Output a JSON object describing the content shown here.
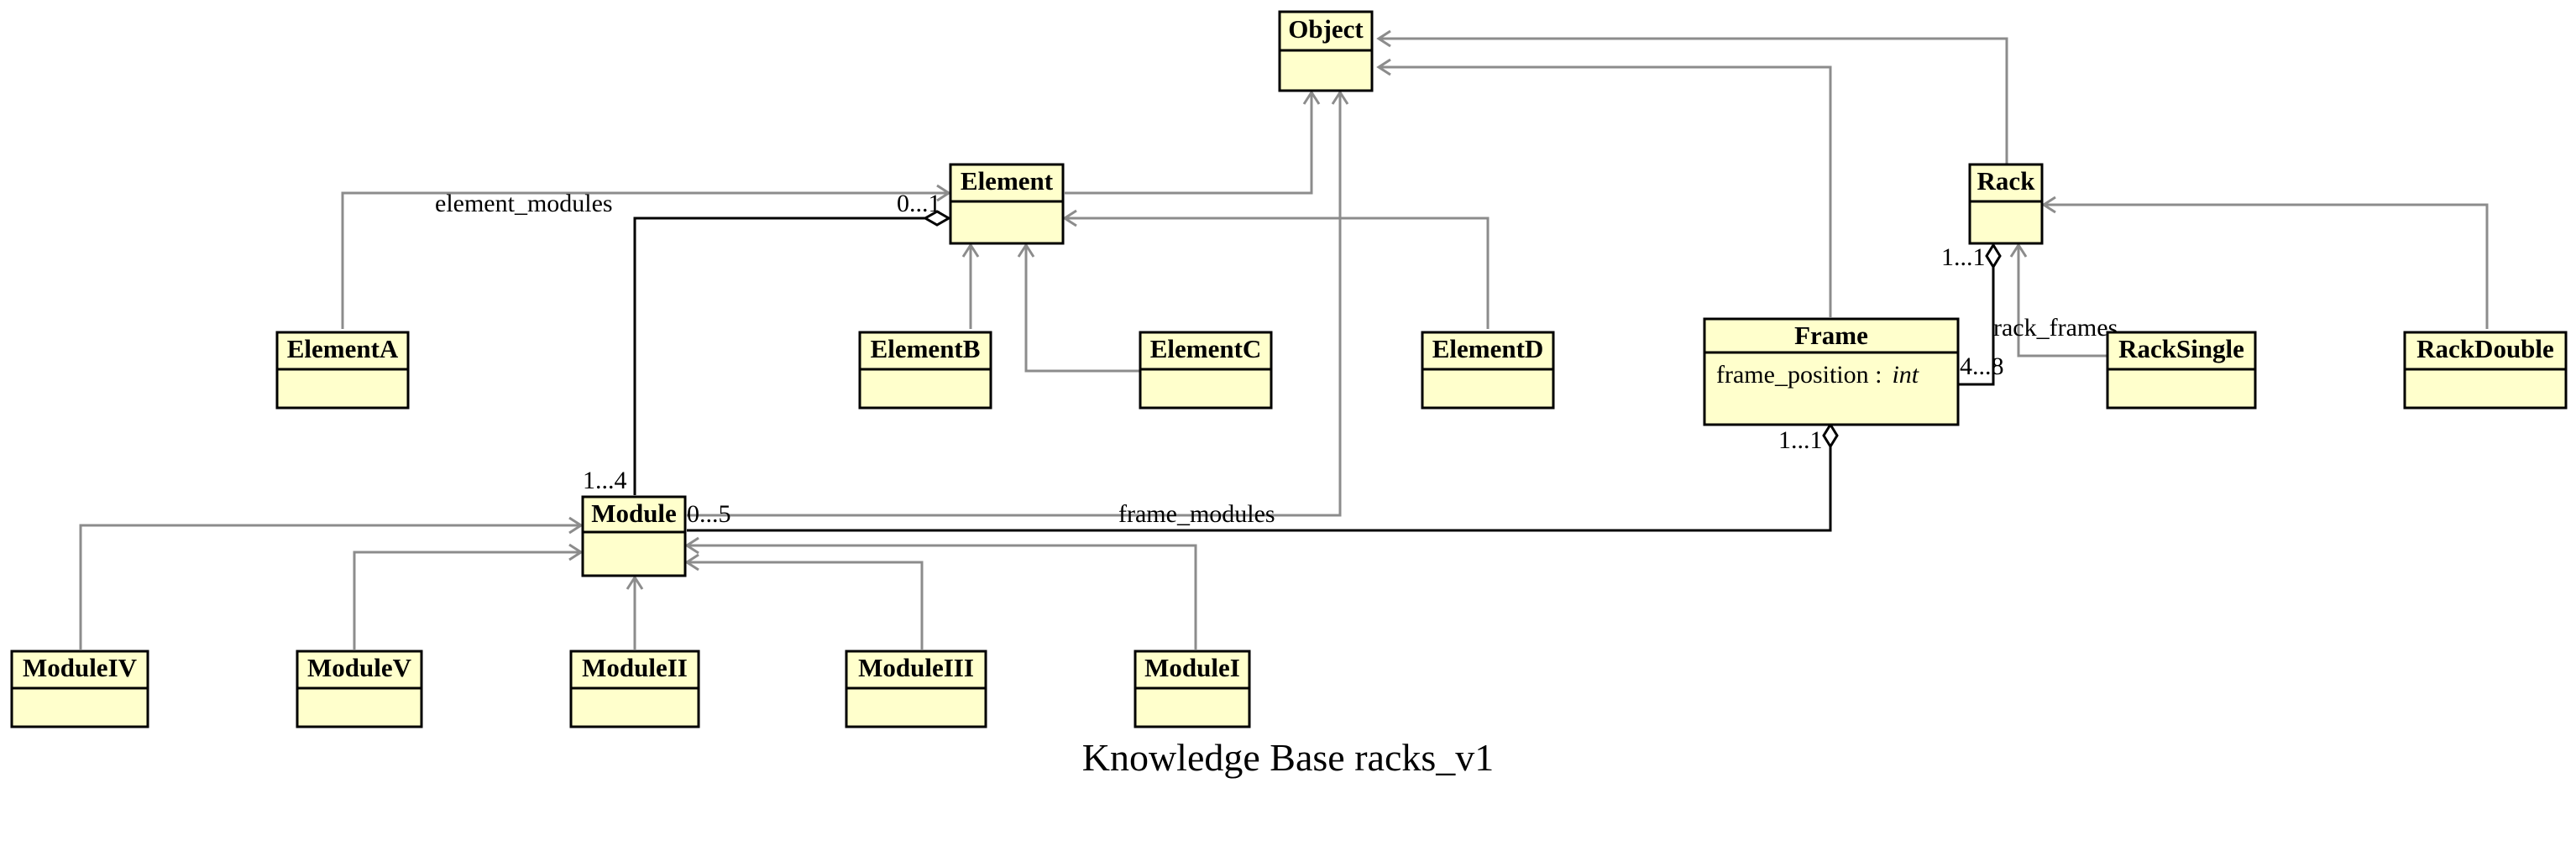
{
  "diagram_title": "Knowledge Base racks_v1",
  "classes": {
    "object": "Object",
    "element": "Element",
    "element_a": "ElementA",
    "element_b": "ElementB",
    "element_c": "ElementC",
    "element_d": "ElementD",
    "rack": "Rack",
    "rack_single": "RackSingle",
    "rack_double": "RackDouble",
    "frame": "Frame",
    "module": "Module",
    "module_iv": "ModuleIV",
    "module_v": "ModuleV",
    "module_ii": "ModuleII",
    "module_iii": "ModuleIII",
    "module_i": "ModuleI"
  },
  "frame_attribute": {
    "name": "frame_position :",
    "type": "int"
  },
  "associations": {
    "element_modules": {
      "name": "element_modules",
      "element_multiplicity": "0...1",
      "module_multiplicity": "1...4"
    },
    "frame_modules": {
      "name": "frame_modules",
      "module_multiplicity": "0...5",
      "frame_multiplicity": "1...1"
    },
    "rack_frames": {
      "name": "rack_frames",
      "rack_multiplicity": "1...1",
      "frame_multiplicity": "4...8"
    }
  },
  "colors": {
    "class_fill": "#ffffcc",
    "class_border": "#000000",
    "inheritance_line": "#8c8c8c",
    "association_line": "#000000"
  }
}
